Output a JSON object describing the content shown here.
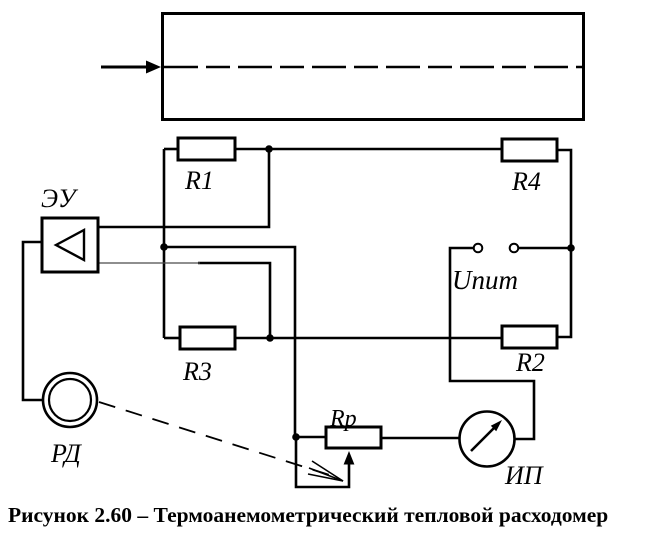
{
  "figure": {
    "caption": "Рисунок 2.60 – Термоанемометрический тепловой расходомер"
  },
  "schematic": {
    "kind": "circuit-diagram",
    "subject": "Термоанемометрический тепловой расходомер (thermoanemometric thermal flowmeter bridge circuit)",
    "colors": {
      "line": "#000000",
      "background": "#ffffff",
      "label_text": "#000000"
    },
    "labels": {
      "amplifier": "ЭУ",
      "r1": "R1",
      "r2": "R2",
      "r3": "R3",
      "r4": "R4",
      "rp": "Rp",
      "supply_voltage": "Uпит",
      "meter": "ИП",
      "regulator": "РД"
    }
  }
}
